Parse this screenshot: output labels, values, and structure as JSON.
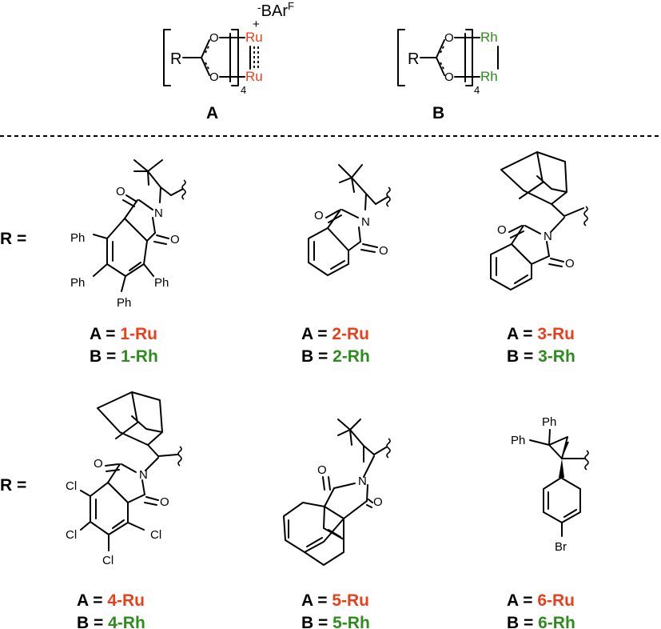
{
  "colors": {
    "ru": "#e8401c",
    "rh": "#2e8b1e",
    "text": "#000000"
  },
  "catalysts": {
    "A": {
      "label": "A",
      "metal": "Ru",
      "counterion_prefix": "-",
      "counterion": "BAr",
      "counterion_sup": "F",
      "charge": "+",
      "count": "4",
      "carboxylate_R": "R",
      "oxygen": "O"
    },
    "B": {
      "label": "B",
      "metal": "Rh",
      "count": "4",
      "carboxylate_R": "R",
      "oxygen": "O"
    }
  },
  "r_label": "R =",
  "atom_labels": {
    "O": "O",
    "N": "N",
    "Ph": "Ph",
    "Cl": "Cl",
    "Br": "Br"
  },
  "ligands": [
    {
      "a_prefix": "A = ",
      "a_id": "1-Ru",
      "b_prefix": "B = ",
      "b_id": "1-Rh",
      "substituents": [
        "Ph",
        "Ph",
        "Ph",
        "Ph"
      ]
    },
    {
      "a_prefix": "A = ",
      "a_id": "2-Ru",
      "b_prefix": "B = ",
      "b_id": "2-Rh"
    },
    {
      "a_prefix": "A = ",
      "a_id": "3-Ru",
      "b_prefix": "B = ",
      "b_id": "3-Rh"
    },
    {
      "a_prefix": "A = ",
      "a_id": "4-Ru",
      "b_prefix": "B = ",
      "b_id": "4-Rh",
      "substituents": [
        "Cl",
        "Cl",
        "Cl",
        "Cl"
      ]
    },
    {
      "a_prefix": "A = ",
      "a_id": "5-Ru",
      "b_prefix": "B = ",
      "b_id": "5-Rh"
    },
    {
      "a_prefix": "A = ",
      "a_id": "6-Ru",
      "b_prefix": "B = ",
      "b_id": "6-Rh",
      "substituents": [
        "Ph",
        "Ph",
        "Br"
      ]
    }
  ]
}
